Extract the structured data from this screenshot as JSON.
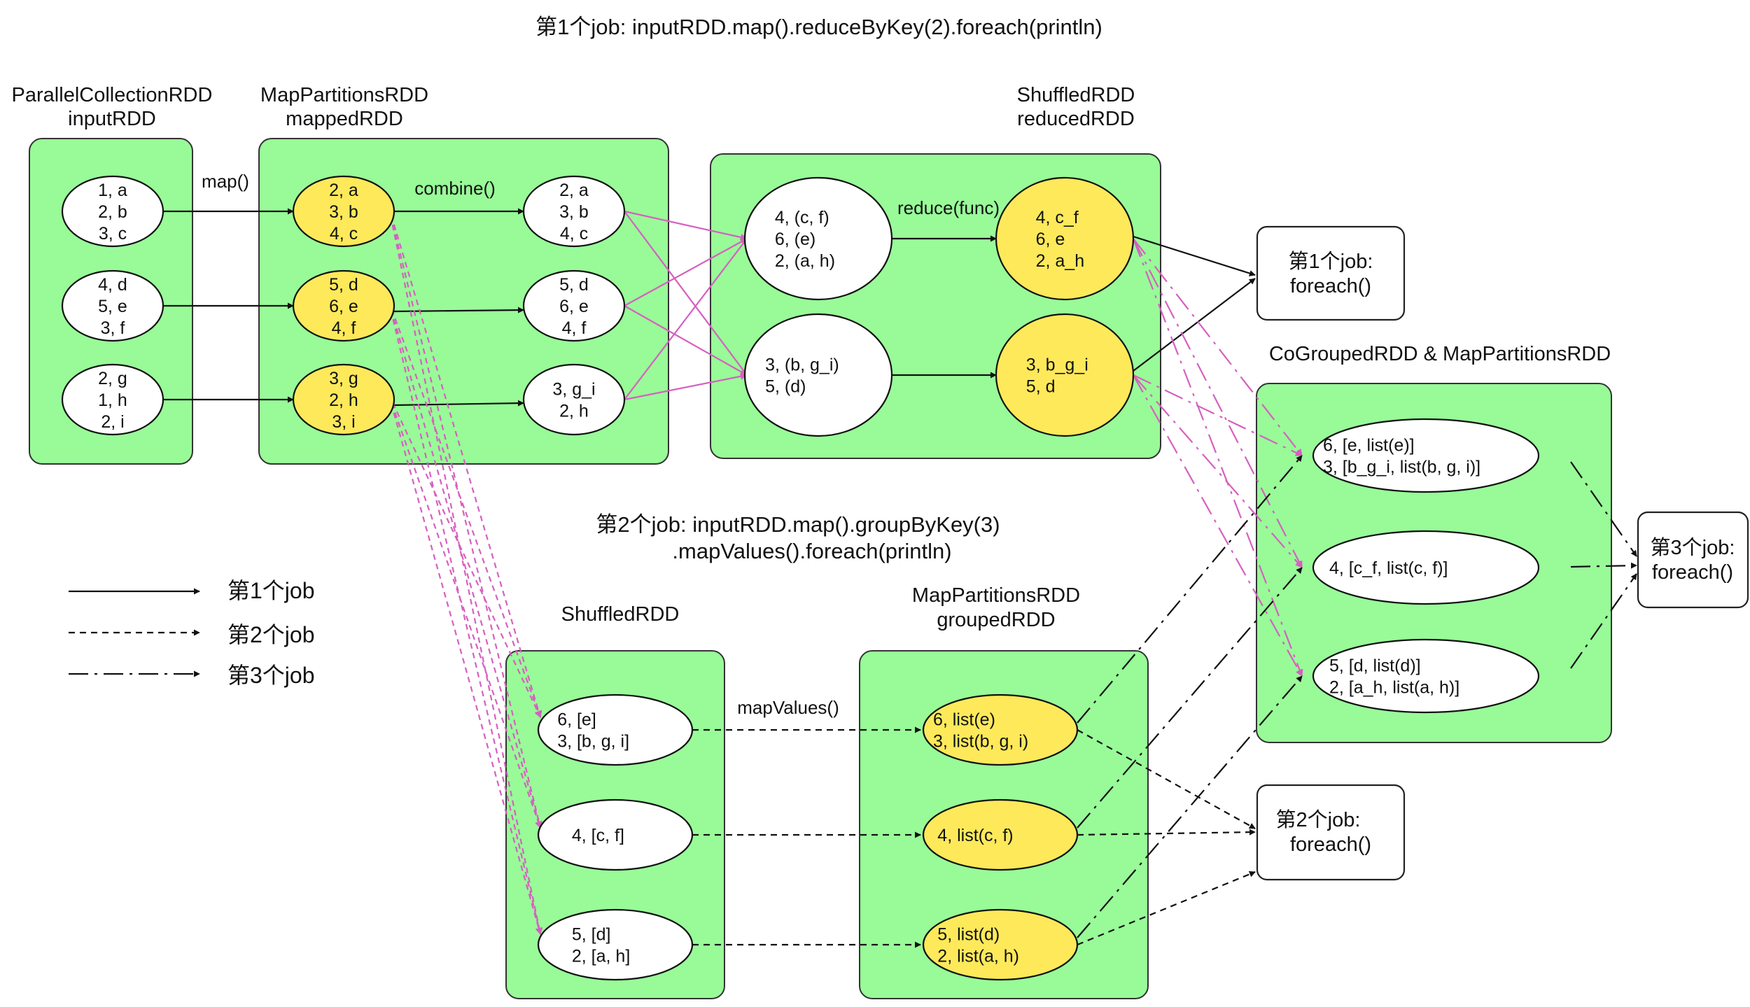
{
  "title_job1": "第1个job: inputRDD.map().reduceByKey(2).foreach(println)",
  "title_job2_line1": "第2个job: inputRDD.map().groupByKey(3)",
  "title_job2_line2": ".mapValues().foreach(println)",
  "rdds": {
    "input": {
      "type": "ParallelCollectionRDD",
      "name": "inputRDD"
    },
    "mapped": {
      "type": "MapPartitionsRDD",
      "name": "mappedRDD"
    },
    "reduced": {
      "type": "ShuffledRDD",
      "name": "reducedRDD"
    },
    "shuffled2": {
      "type": "ShuffledRDD"
    },
    "grouped": {
      "type": "MapPartitionsRDD",
      "name": "groupedRDD"
    },
    "cogrouped": {
      "type": "CoGroupedRDD & MapPartitionsRDD"
    }
  },
  "edge_labels": {
    "map": "map()",
    "combine": "combine()",
    "reduce": "reduce(func)",
    "mapValues": "mapValues()"
  },
  "partitions": {
    "input": [
      [
        "1, a",
        "2, b",
        "3, c"
      ],
      [
        "4, d",
        "5, e",
        "3, f"
      ],
      [
        "2, g",
        "1, h",
        "2, i"
      ]
    ],
    "mapped": [
      [
        "2, a",
        "3, b",
        "4, c"
      ],
      [
        "5, d",
        "6, e",
        "4, f"
      ],
      [
        "3, g",
        "2, h",
        "3, i"
      ]
    ],
    "combined": [
      [
        "2, a",
        "3, b",
        "4, c"
      ],
      [
        "5, d",
        "6, e",
        "4, f"
      ],
      [
        "3, g_i",
        "2, h"
      ]
    ],
    "shuffled1": [
      [
        "4, (c, f)",
        "6, (e)",
        "2, (a, h)"
      ],
      [
        "3, (b, g_i)",
        "5, (d)"
      ]
    ],
    "reduced": [
      [
        "4, c_f",
        "6, e",
        "2, a_h"
      ],
      [
        "3, b_g_i",
        "5, d"
      ]
    ],
    "shuffled2": [
      [
        "6, [e]",
        "3, [b, g, i]"
      ],
      [
        "4, [c, f]"
      ],
      [
        "5, [d]",
        "2, [a, h]"
      ]
    ],
    "grouped": [
      [
        "6, list(e)",
        "3, list(b, g, i)"
      ],
      [
        "4, list(c, f)"
      ],
      [
        "5, list(d)",
        "2, list(a, h)"
      ]
    ],
    "cogrouped": [
      [
        "6, [e, list(e)]",
        "3, [b_g_i, list(b, g, i)]"
      ],
      [
        "4, [c_f, list(c, f)]"
      ],
      [
        "5, [d, list(d)]",
        "2, [a_h, list(a, h)]"
      ]
    ]
  },
  "jobs": {
    "job1": [
      "第1个job:",
      "foreach()"
    ],
    "job2": [
      "第2个job:",
      "foreach()"
    ],
    "job3": [
      "第3个job:",
      "foreach()"
    ]
  },
  "legend": [
    "第1个job",
    "第2个job",
    "第3个job"
  ],
  "colors": {
    "panel": "#98fb98",
    "cached_partition": "#fde95a",
    "partition": "#ffffff",
    "shuffle_edge": "#d660c0",
    "edge": "#111111"
  }
}
